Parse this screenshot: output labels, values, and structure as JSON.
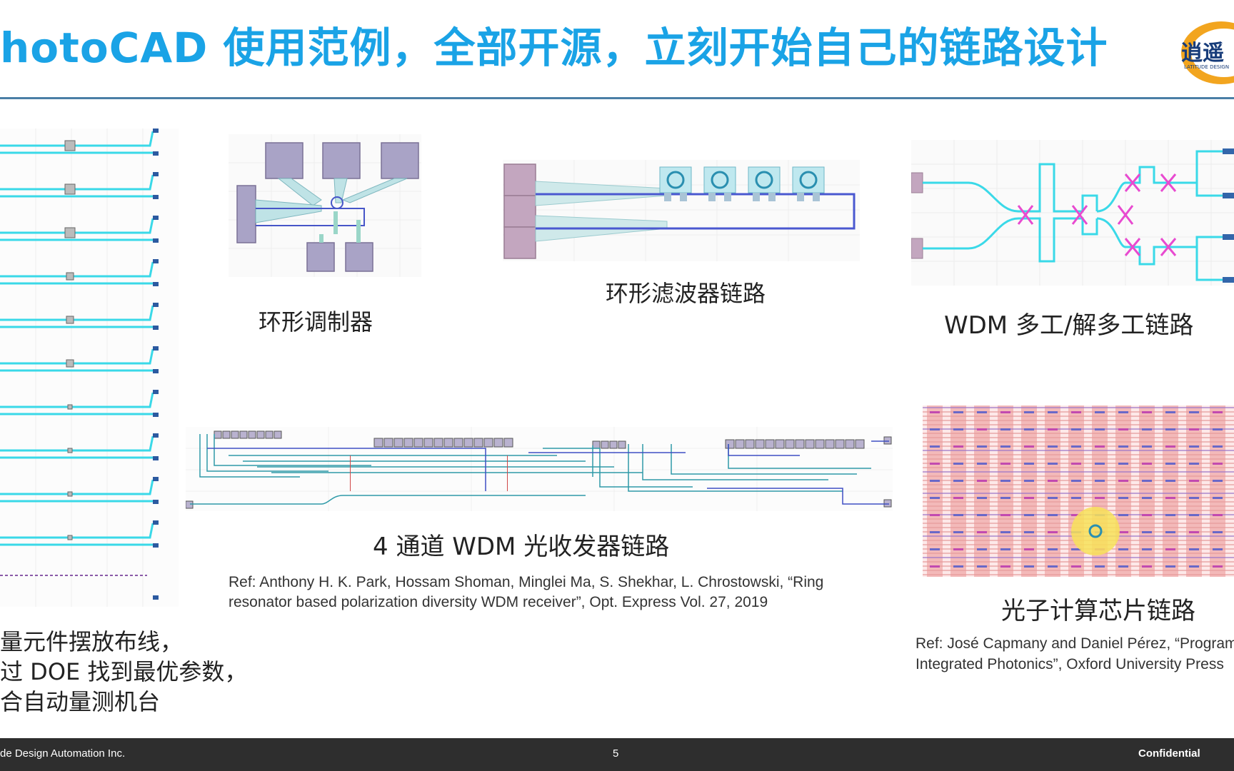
{
  "slide": {
    "title": "hotoCAD 使用范例，全部开源，立刻开始自己的链路设计",
    "logo_text": "逍遥",
    "logo_subtext": "LATITUDE DESIGN",
    "captions": {
      "ring_modulator": "环形调制器",
      "ring_filter": "环形滤波器链路",
      "wdm_mux": "WDM 多工/解多工链路",
      "transceiver": "4 通道 WDM 光收发器链路",
      "photonic_chip": "光子计算芯片链路"
    },
    "refs": {
      "transceiver_line1": "Ref: Anthony H. K. Park, Hossam Shoman, Minglei Ma, S. Shekhar, L. Chrostowski, “Ring",
      "transceiver_line2": "resonator based polarization diversity WDM receiver”, Opt. Express Vol. 27, 2019",
      "chip_line1": "Ref: José Capmany and Daniel Pérez, “Program",
      "chip_line2": "Integrated Photonics”, Oxford University Press"
    },
    "bullets": [
      "量元件摆放布线，",
      "过 DOE 找到最优参数，",
      "合自动量测机台"
    ]
  },
  "footer": {
    "company": "de Design Automation Inc.",
    "page_number": "5",
    "label": "Confidential"
  },
  "colors": {
    "title": "#1aa3e6",
    "waveguide": "#3ad9e8",
    "pad": "#a9a3c6",
    "pink": "#e84ad0",
    "chip_bg": "#f3b9b9",
    "footer_bg": "#2e2e2e"
  }
}
